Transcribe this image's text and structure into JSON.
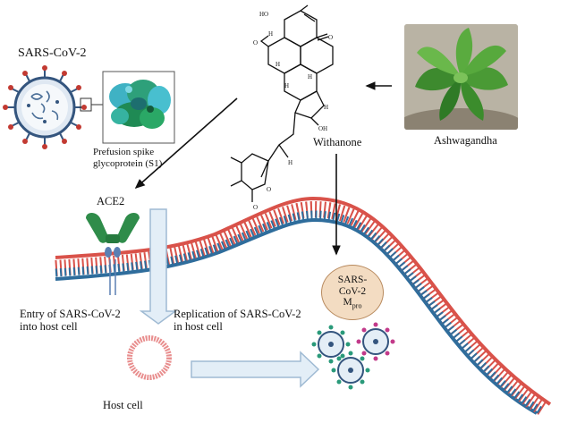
{
  "labels": {
    "virus": "SARS-CoV-2",
    "spike_line1": "Prefusion spike",
    "spike_line2": "glycoprotein (S1)",
    "molecule": "Withanone",
    "plant": "Ashwagandha",
    "receptor": "ACE2",
    "entry_line1": "Entry of SARS-CoV-2",
    "entry_line2": "into host cell",
    "replication_line1": "Replication of SARS-CoV-2",
    "replication_line2": "in host cell",
    "host": "Host cell",
    "mpro_line1": "SARS-",
    "mpro_line2": "CoV-2",
    "mpro_line3": "M",
    "mpro_sub": "pro"
  },
  "molecule_atoms": [
    "HO",
    "O",
    "O",
    "H",
    "H",
    "H",
    "H",
    "H",
    "O",
    "OH",
    "O",
    "H"
  ],
  "colors": {
    "strand_red": "#d9524a",
    "strand_blue": "#2f6d9c",
    "ace2_green": "#2f8c4a",
    "virus_blue": "#34557e",
    "virus_red": "#c23a32",
    "arrow_fill": "#e3eef7",
    "arrow_stroke": "#9fbad3",
    "host_ring": "#e88e8e",
    "mpro_fill": "#f3dcc2"
  }
}
